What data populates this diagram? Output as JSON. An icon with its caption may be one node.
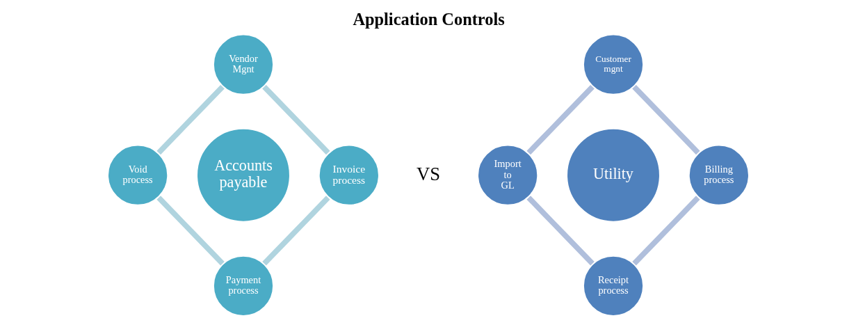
{
  "diagram": {
    "title": "Application Controls",
    "nodes": [
      {
        "text": [
          "Vendor Mgnt"
        ]
      },
      {
        "text": [
          "Void process"
        ]
      },
      {
        "text": [
          "Accounts payable"
        ]
      },
      {
        "text": [
          "Invoice process"
        ]
      },
      {
        "text": [
          "Payment process"
        ]
      },
      {
        "text": [
          "Customer mgnt"
        ]
      },
      {
        "text": [
          "Import to GL"
        ]
      },
      {
        "text": [
          "Utility"
        ]
      },
      {
        "text": [
          "Billing process"
        ]
      },
      {
        "text": [
          "Receipt process"
        ]
      }
    ],
    "edges": [
      {
        "from": 0,
        "to": 3,
        "arrow": "none",
        "color": "#b0d4df"
      },
      {
        "from": 0,
        "to": 1,
        "arrow": "none",
        "color": "#b0d4df"
      },
      {
        "from": 1,
        "to": 4,
        "arrow": "none",
        "color": "#b0d4df"
      },
      {
        "from": 3,
        "to": 4,
        "arrow": "none",
        "color": "#b0d4df"
      },
      {
        "from": 5,
        "to": 8,
        "arrow": "none",
        "color": "#b0bfdc"
      },
      {
        "from": 5,
        "to": 6,
        "arrow": "none",
        "color": "#b0bfdc"
      },
      {
        "from": 6,
        "to": 9,
        "arrow": "none",
        "color": "#b0bfdc"
      },
      {
        "from": 8,
        "to": 9,
        "arrow": "none",
        "color": "#b0bfdc"
      }
    ],
    "labels": [
      "VS"
    ]
  }
}
